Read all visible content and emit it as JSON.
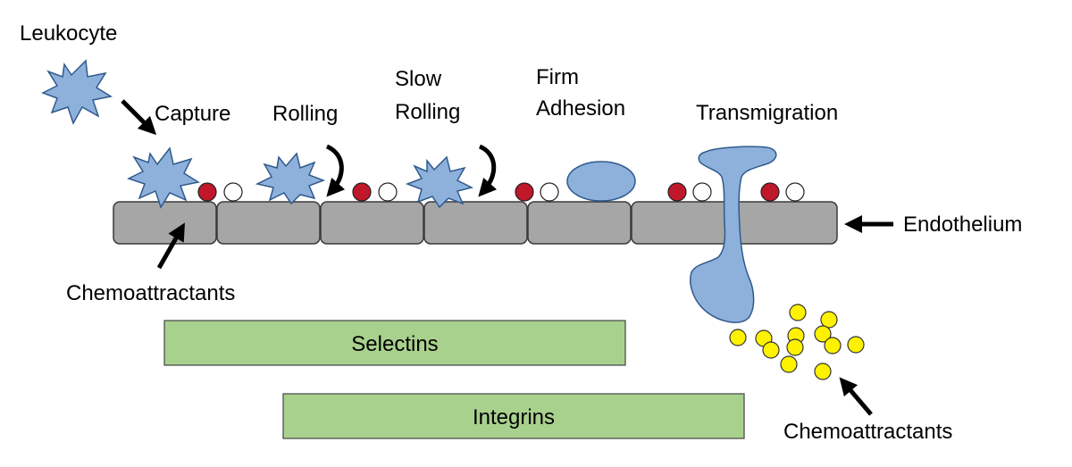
{
  "labels": {
    "leukocyte": "Leukocyte",
    "capture": "Capture",
    "rolling": "Rolling",
    "slow_rolling_line1": "Slow",
    "slow_rolling_line2": "Rolling",
    "firm_adhesion_line1": "Firm",
    "firm_adhesion_line2": "Adhesion",
    "transmigration": "Transmigration",
    "endothelium": "Endothelium",
    "chemoattractants_left": "Chemoattractants",
    "chemoattractants_right": "Chemoattractants"
  },
  "bars": {
    "selectins": "Selectins",
    "integrins": "Integrins"
  },
  "colors": {
    "leukocyte_fill": "#8eb1dc",
    "leukocyte_stroke": "#2f5a8c",
    "endothelium_fill": "#a6a6a6",
    "endothelium_stroke": "#3a3a3a",
    "molecule_red": "#c0182a",
    "molecule_white": "#ffffff",
    "chemo_yellow": "#fff200",
    "bar_fill": "#a9d18e",
    "bar_stroke": "#444444"
  }
}
